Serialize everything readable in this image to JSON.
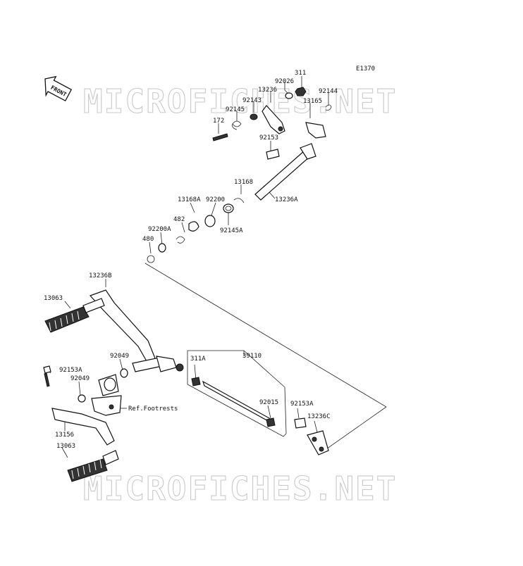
{
  "diagram": {
    "code": "E1370",
    "front_label": "FRONT",
    "watermark": "MICROFICHES.NET",
    "ref_note": "Ref.Footrests",
    "labels": {
      "l311": "311",
      "l92026": "92026",
      "l13236": "13236",
      "l92144": "92144",
      "l92143": "92143",
      "l13165": "13165",
      "l92145": "92145",
      "l172": "172",
      "l92153": "92153",
      "l13168": "13168",
      "l13236A": "13236A",
      "l13168A": "13168A",
      "l92200": "92200",
      "l482": "482",
      "l92145A": "92145A",
      "l92200A": "92200A",
      "l480": "480",
      "l13236B": "13236B",
      "l13063a": "13063",
      "l92049a": "92049",
      "l92153Aa": "92153A",
      "l92049b": "92049",
      "l311A": "311A",
      "l39110": "39110",
      "l92015": "92015",
      "l92153Ab": "92153A",
      "l13236C": "13236C",
      "l13156": "13156",
      "l13063b": "13063"
    }
  }
}
